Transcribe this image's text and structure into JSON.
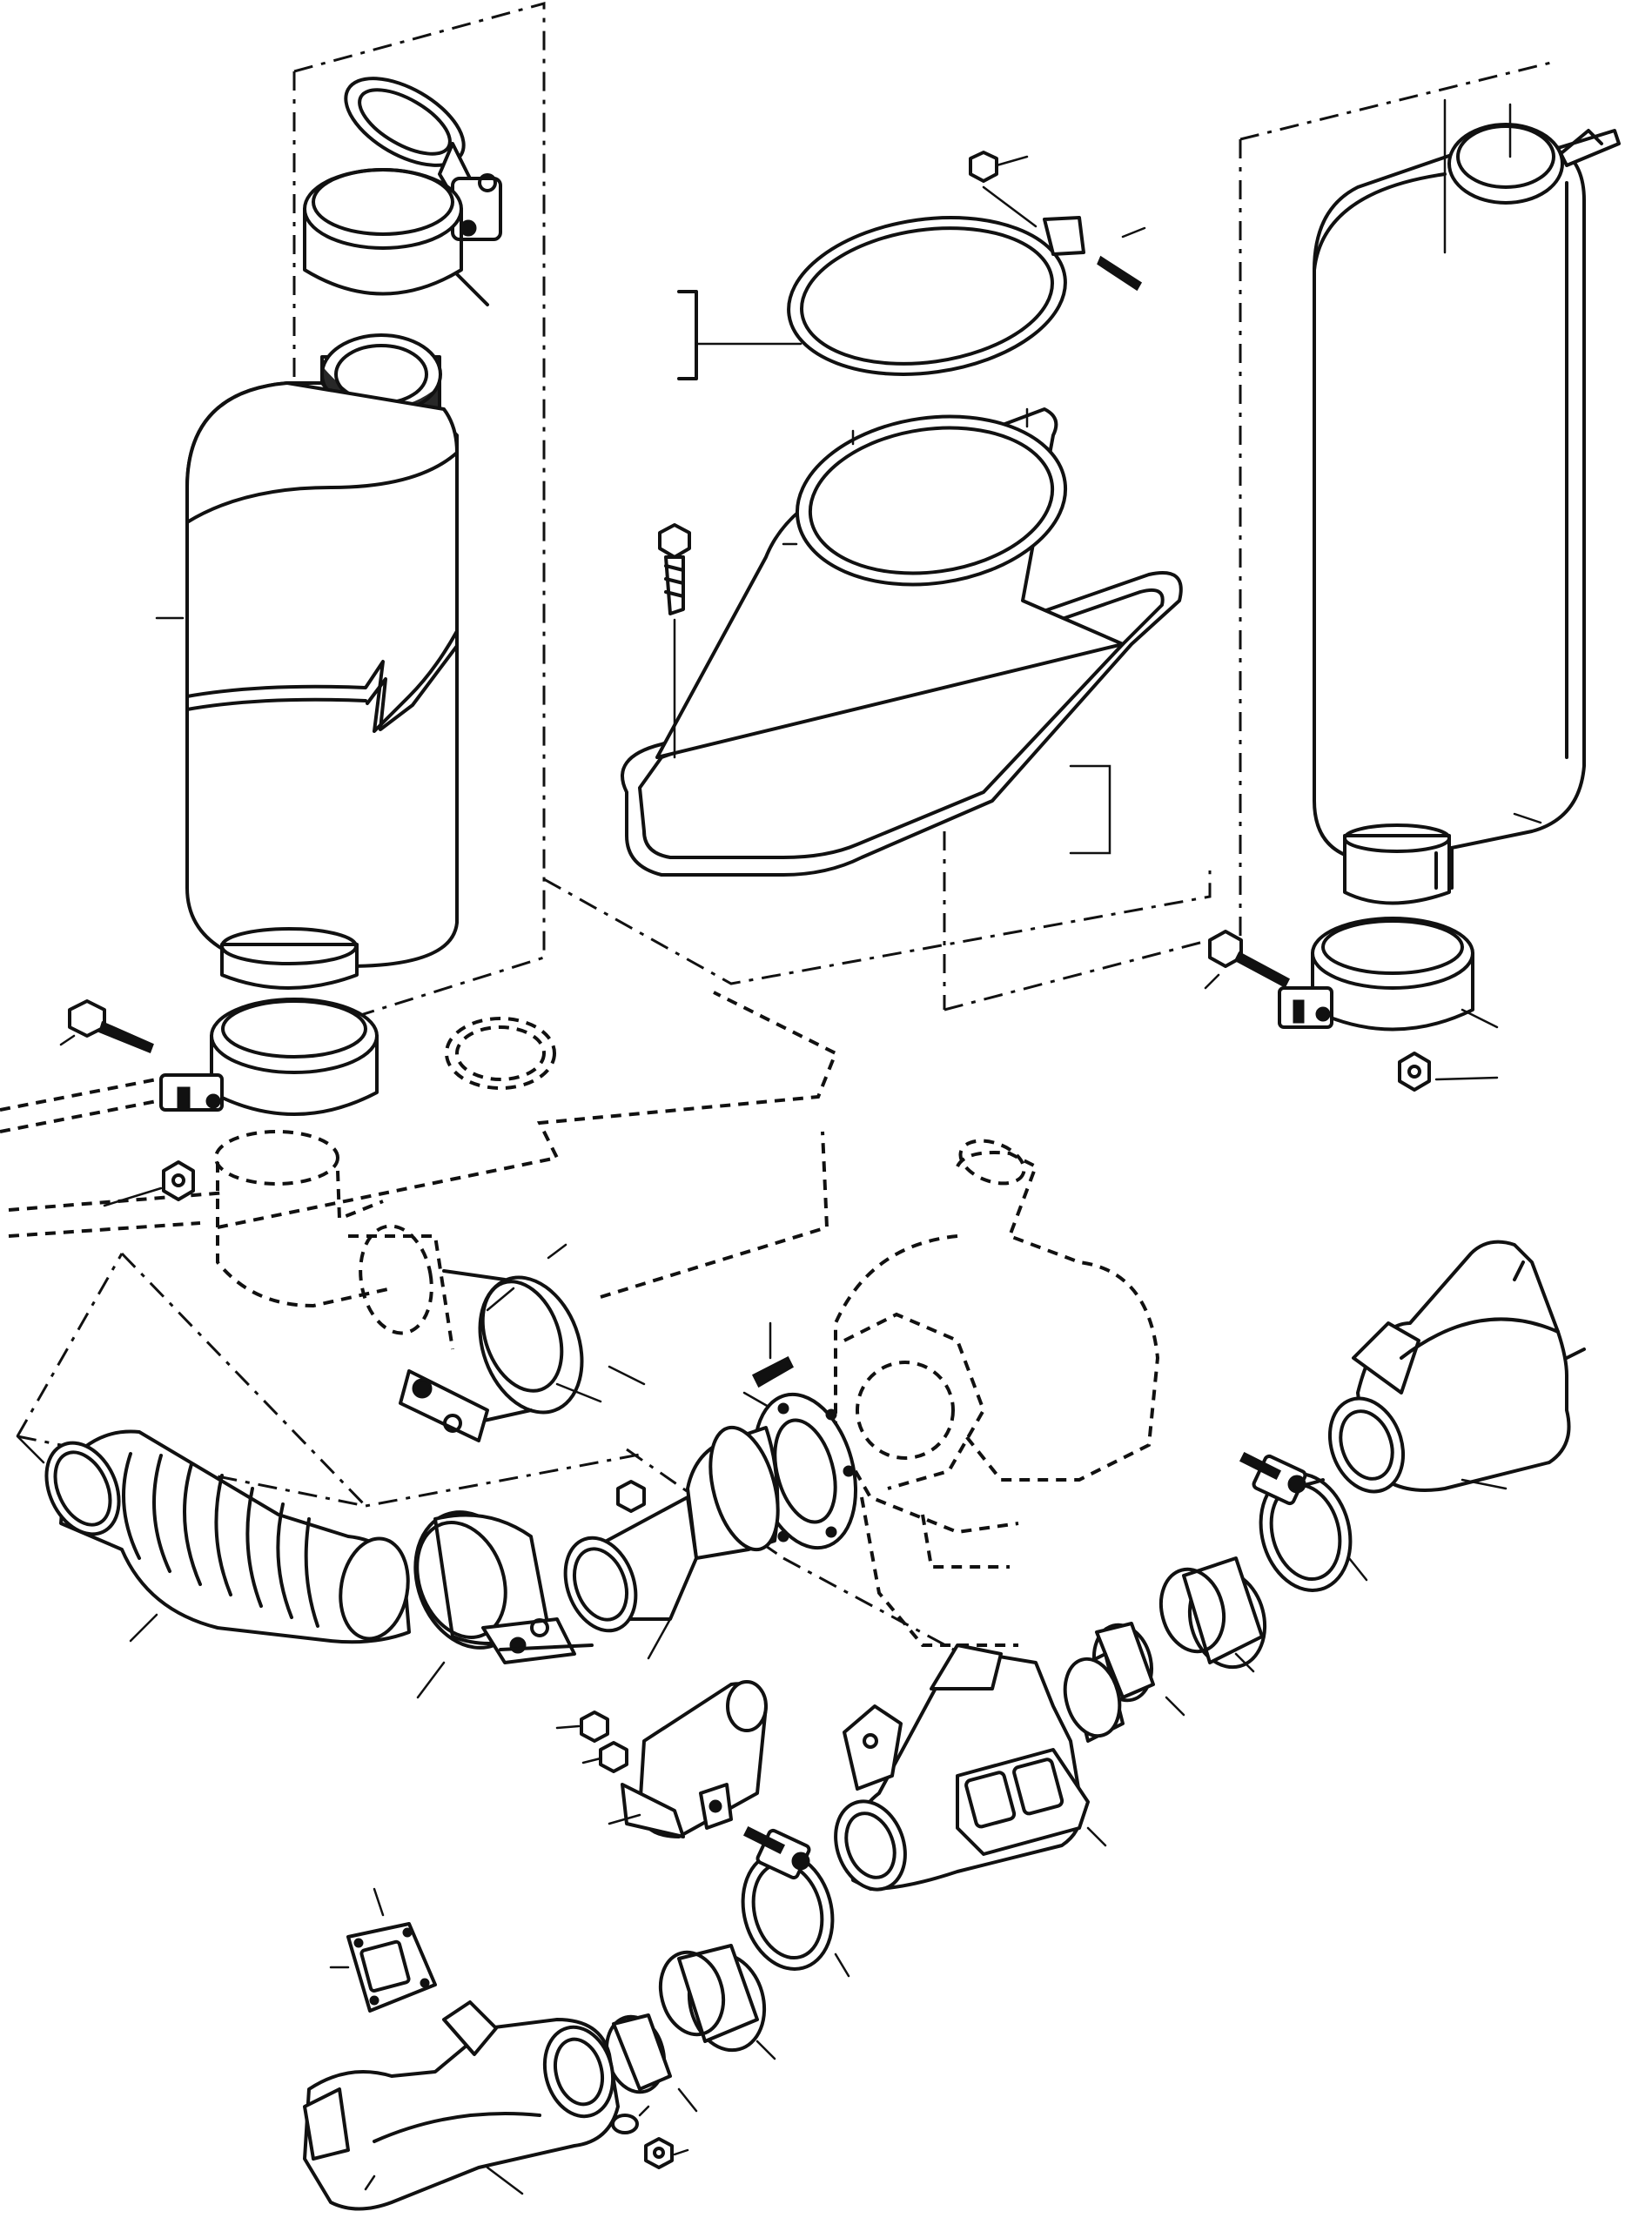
{
  "diagram": {
    "type": "exploded parts diagram",
    "parts": [
      "rain-cap",
      "exhaust-clamp",
      "muffler",
      "band-clamp",
      "bolt",
      "nut",
      "heat-shield",
      "muffler-vertical",
      "flex-pipe",
      "elbow",
      "gasket",
      "stud",
      "turbocharger",
      "exhaust-manifold",
      "sleeve",
      "seal-ring",
      "bracket"
    ]
  },
  "colors": {
    "ink": "#111111",
    "paper": "#ffffff"
  }
}
